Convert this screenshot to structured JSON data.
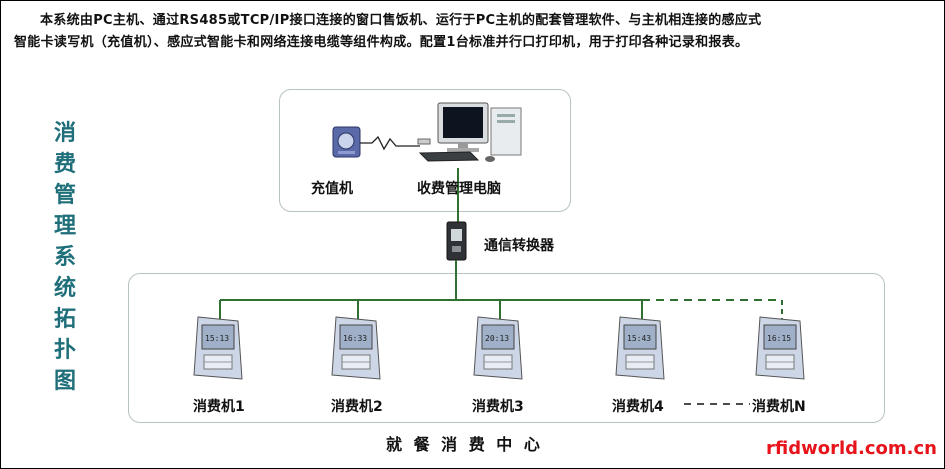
{
  "intro": {
    "line1": "本系统由PC主机、通过RS485或TCP/IP接口连接的窗口售饭机、运行于PC主机的配套管理软件、与主机相连接的感应式",
    "line2": "智能卡读写机（充值机）、感应式智能卡和网络连接电缆等组件构成。配置1台标准并行口打印机，用于打印各种记录和报表。"
  },
  "side_title": [
    "消",
    "费",
    "管",
    "理",
    "系",
    "统",
    "拓",
    "扑",
    "图"
  ],
  "top": {
    "recharger": "充值机",
    "pc": "收费管理电脑"
  },
  "converter": "通信转换器",
  "terminals": [
    "消费机1",
    "消费机2",
    "消费机3",
    "消费机4",
    "消费机N"
  ],
  "screen_text": [
    "15:13",
    "16:33",
    "20:13",
    "15:43",
    "16:15"
  ],
  "center_label": "就 餐 消 费 中 心",
  "watermark": "rfidworld.com.cn",
  "colors": {
    "title": "#1f6f7a",
    "line": "#2f6f2f",
    "watermark": "#e8141b"
  }
}
